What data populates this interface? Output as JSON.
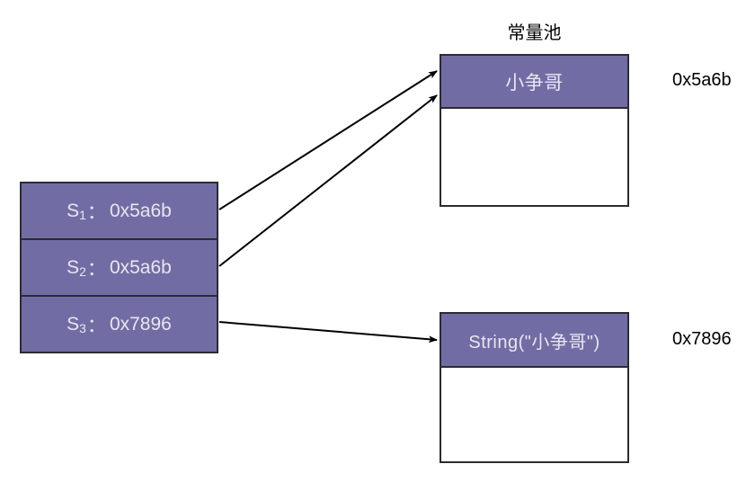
{
  "diagram": {
    "title": "常量池",
    "background_color": "#ffffff",
    "fill_color": "#716da4",
    "border_color": "#2b2b33",
    "box_text_color": "#e8e6f0",
    "label_text_color": "#000000"
  },
  "reference_stack": {
    "rows": [
      {
        "name": "S",
        "subscript": "1",
        "separator": "：",
        "address": "0x5a6b"
      },
      {
        "name": "S",
        "subscript": "2",
        "separator": "：",
        "address": "0x5a6b"
      },
      {
        "name": "S",
        "subscript": "3",
        "separator": "：",
        "address": "0x7896"
      }
    ]
  },
  "memory_blocks": [
    {
      "id": "constant-pool",
      "title": "常量池",
      "content": "小争哥",
      "address": "0x5a6b"
    },
    {
      "id": "heap-object",
      "title": "",
      "content": "String(\"小争哥\")",
      "address": "0x7896"
    }
  ],
  "arrows": [
    {
      "from": "S1",
      "to": "constant-pool"
    },
    {
      "from": "S2",
      "to": "constant-pool"
    },
    {
      "from": "S3",
      "to": "heap-object"
    }
  ]
}
